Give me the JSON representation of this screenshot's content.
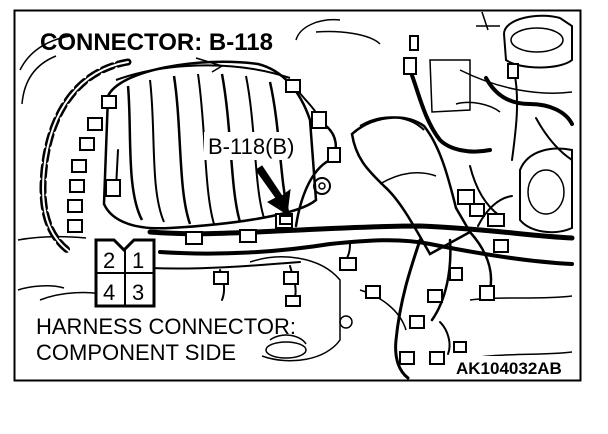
{
  "diagram": {
    "title": "CONNECTOR: B-118",
    "callout_label": "B-118(B)",
    "caption_line1": "HARNESS CONNECTOR:",
    "caption_line2": "COMPONENT SIDE",
    "figure_id": "AK104032AB",
    "connector_pins": [
      "2",
      "1",
      "4",
      "3"
    ]
  }
}
